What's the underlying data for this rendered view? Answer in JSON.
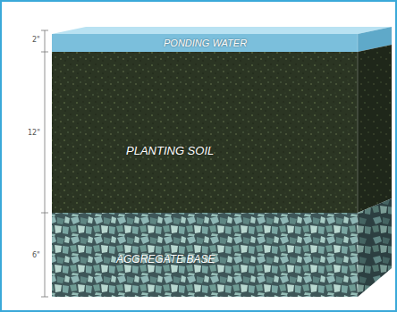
{
  "diagram": {
    "nodes": [
      {
        "text": [
          "PONDING WATER"
        ]
      },
      {
        "text": [
          "PLANTING SOIL"
        ]
      },
      {
        "text": [
          "AGGREGATE BASE"
        ]
      }
    ],
    "labels": [
      "2\"",
      "12\"",
      "6\""
    ]
  }
}
